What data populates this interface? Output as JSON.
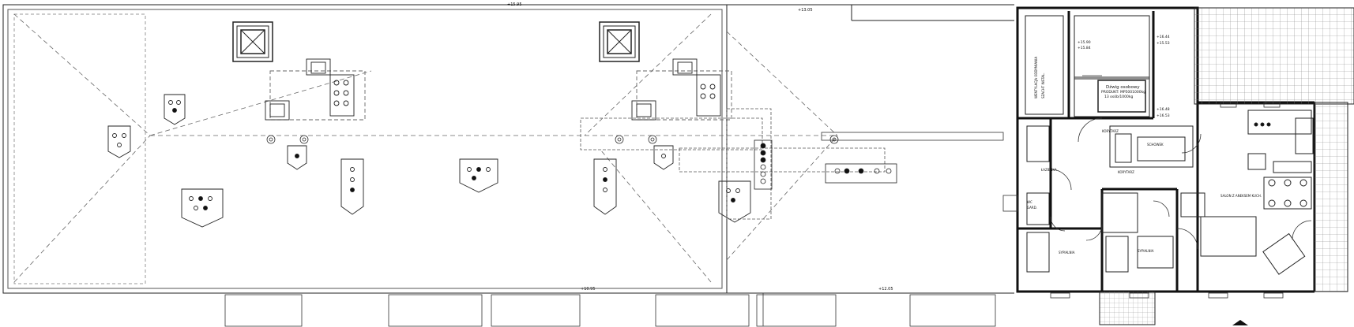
{
  "drawing": {
    "elevations": {
      "top_left": "+15.95",
      "top_mid": "+13.05",
      "bottom_left": "+10.95",
      "bottom_mid": "+12.05",
      "core_a": "+15.90",
      "core_b": "+15.84",
      "core_c": "+16.44",
      "core_d": "+15.53",
      "core_e": "+16.48",
      "core_f": "+16.53"
    },
    "rooms": {
      "lift_text_1": "Dźwig osobowy",
      "lift_text_2": "PRODUKT: MP5001000kg",
      "lift_text_3": "13 osób/1000kg",
      "shaft_text_1": "WENTYLACJA ODDYMIANIA",
      "shaft_text_2": "SZACHT INSTAL.",
      "corridor": "KORYTARZ",
      "bathroom": "ŁAZIENKA",
      "hall": "KORYTARZ",
      "bedroom_1": "SYPIALNIA",
      "bedroom_2": "SYPIALNIA",
      "living": "SALON Z ANEKSEM KUCH.",
      "wardrobe": "GARD.",
      "wc": "WC",
      "storage": "SCHOWEK"
    }
  }
}
